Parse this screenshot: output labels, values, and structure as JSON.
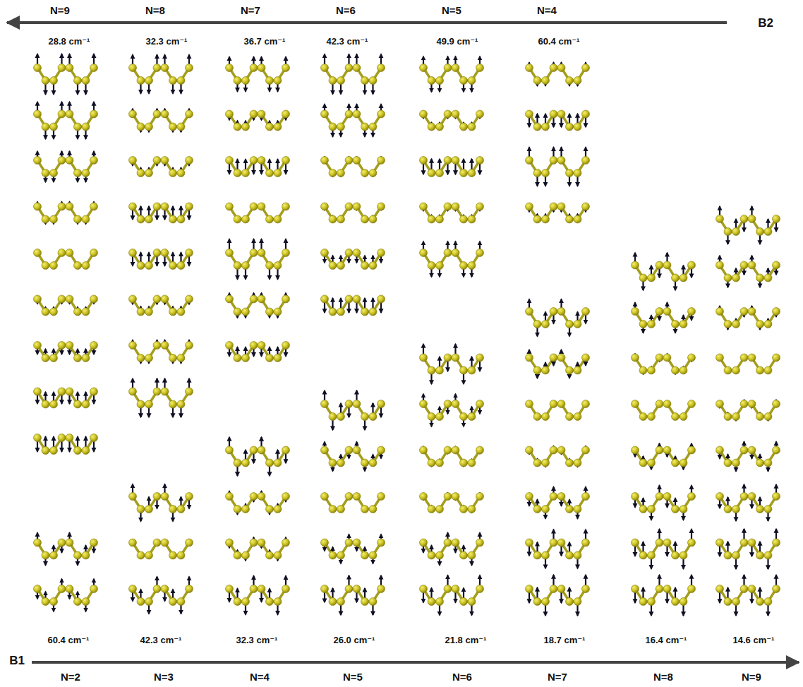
{
  "diagram": {
    "labels": [
      "N=9",
      "N=8",
      "N=7",
      "N=6",
      "N=5",
      "N=4",
      "B2",
      "28.8 cm⁻¹",
      "32.3 cm⁻¹",
      "36.7 cm⁻¹",
      "42.3 cm⁻¹",
      "49.9 cm⁻¹",
      "60.4 cm⁻¹",
      "60.4 cm⁻¹",
      "42.3 cm⁻¹",
      "32.3 cm⁻¹",
      "26.0 cm⁻¹",
      "21.8 cm⁻¹",
      "18.7 cm⁻¹",
      "16.4 cm⁻¹",
      "14.6 cm⁻¹",
      "B1",
      "N=2",
      "N=3",
      "N=4",
      "N=5",
      "N=6",
      "N=7",
      "N=8",
      "N=9"
    ]
  }
}
